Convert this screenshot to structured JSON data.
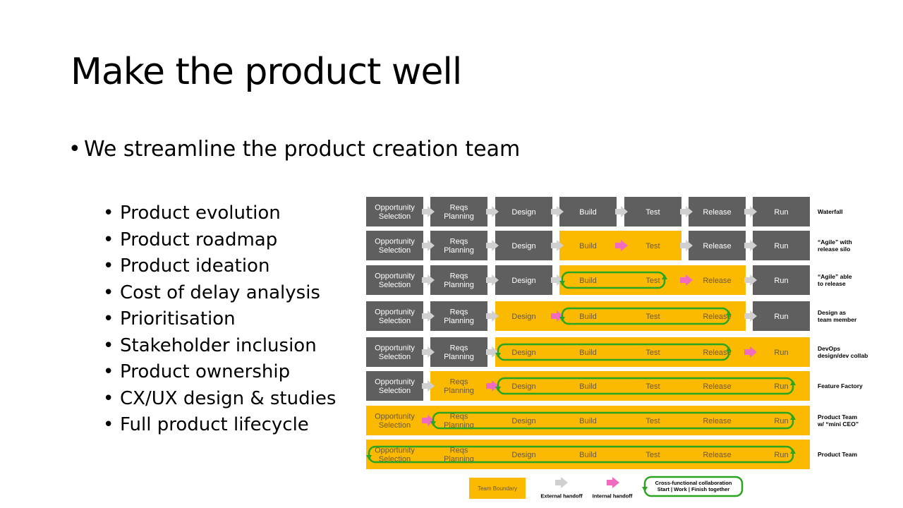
{
  "slide": {
    "title": "Make the product well",
    "bullet": "We streamline the product creation team",
    "sub_bullets": [
      "Product evolution",
      "Product roadmap",
      "Product ideation",
      "Cost of delay analysis",
      "Prioritisation",
      "Stakeholder inclusion",
      "Product ownership",
      "CX/UX design & studies",
      "Full product lifecycle"
    ]
  },
  "diagram": {
    "stages": [
      "Opportunity\nSelection",
      "Reqs\nPlanning",
      "Design",
      "Build",
      "Test",
      "Release",
      "Run"
    ],
    "colors": {
      "stage": "#5f5f5f",
      "team": "#fbb900",
      "external": "#d0d0d0",
      "internal": "#f06bbf",
      "collab": "#2aa51f"
    },
    "rows": [
      {
        "label": "Waterfall",
        "team": null,
        "collab": null,
        "internal": []
      },
      {
        "label": "“Agile” with\nrelease silo",
        "team": [
          3,
          4
        ],
        "collab": null,
        "internal": [
          3
        ]
      },
      {
        "label": "“Agile” able\nto release",
        "team": [
          3,
          5
        ],
        "collab": [
          3,
          4
        ],
        "internal": [
          4
        ]
      },
      {
        "label": "Design as\nteam member",
        "team": [
          2,
          5
        ],
        "collab": [
          3,
          5
        ],
        "internal": [
          2
        ]
      },
      {
        "label": "DevOps\ndesign/dev collab",
        "team": [
          2,
          6
        ],
        "collab": [
          2,
          5
        ],
        "internal": [
          5
        ]
      },
      {
        "label": "Feature Factory",
        "team": [
          1,
          6
        ],
        "collab": [
          2,
          6
        ],
        "internal": [
          1
        ]
      },
      {
        "label": "Product Team\nw/ “mini CEO”",
        "team": [
          0,
          6
        ],
        "collab": [
          1,
          6
        ],
        "internal": [
          0
        ]
      },
      {
        "label": "Product Team",
        "team": [
          0,
          6
        ],
        "collab": [
          0,
          6
        ],
        "internal": []
      }
    ],
    "legend": {
      "team_boundary": "Team Boundary",
      "external": "External handoff",
      "internal": "Internal handoff",
      "collab": "Cross-functional collaboration\nStart | Work | Finish together"
    }
  }
}
